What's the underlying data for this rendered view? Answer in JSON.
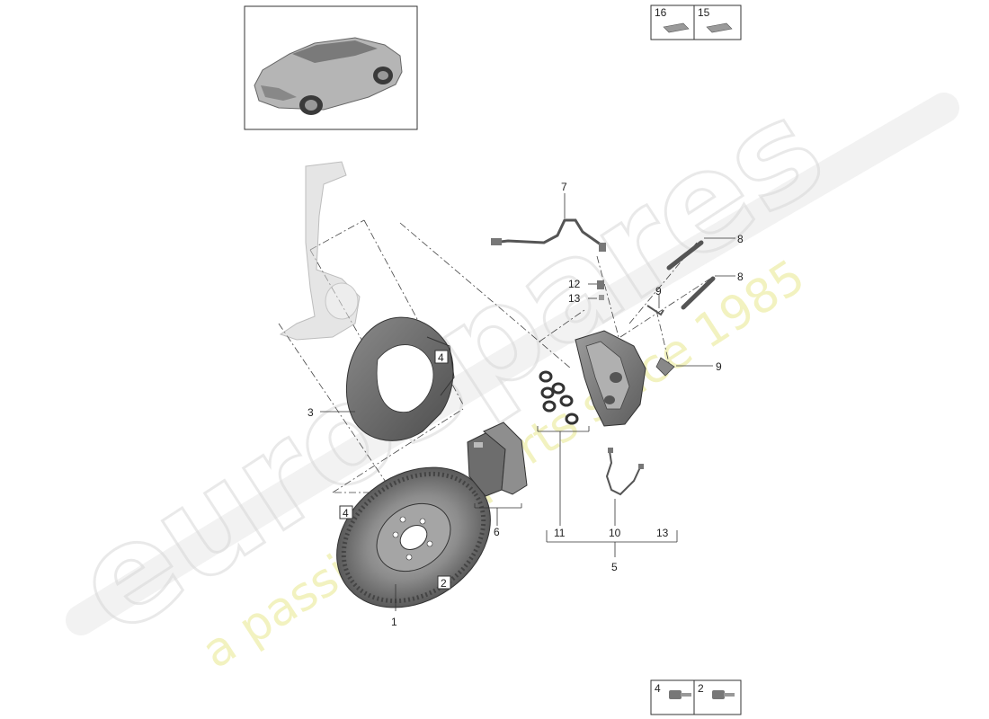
{
  "watermark": {
    "brand": "eurospares",
    "tagline": "a passion for parts since 1985"
  },
  "thumbnail": {
    "icon": "car-suv-icon"
  },
  "reference_boxes": {
    "top_right": [
      {
        "label": "16"
      },
      {
        "label": "15"
      }
    ],
    "bottom_right": [
      {
        "label": "4"
      },
      {
        "label": "2"
      }
    ]
  },
  "callouts": {
    "c1": "1",
    "c2": "2",
    "c3": "3",
    "c4a": "4",
    "c4b": "4",
    "c5": "5",
    "c6": "6",
    "c7": "7",
    "c8a": "8",
    "c8b": "8",
    "c9a": "9",
    "c9b": "9",
    "c10": "10",
    "c11": "11",
    "c12": "12",
    "c13a": "13",
    "c13b": "13"
  },
  "colors": {
    "line": "#333333",
    "part_dark": "#6e6e6e",
    "part_mid": "#9a9a9a",
    "part_light": "#c8c8c8"
  }
}
